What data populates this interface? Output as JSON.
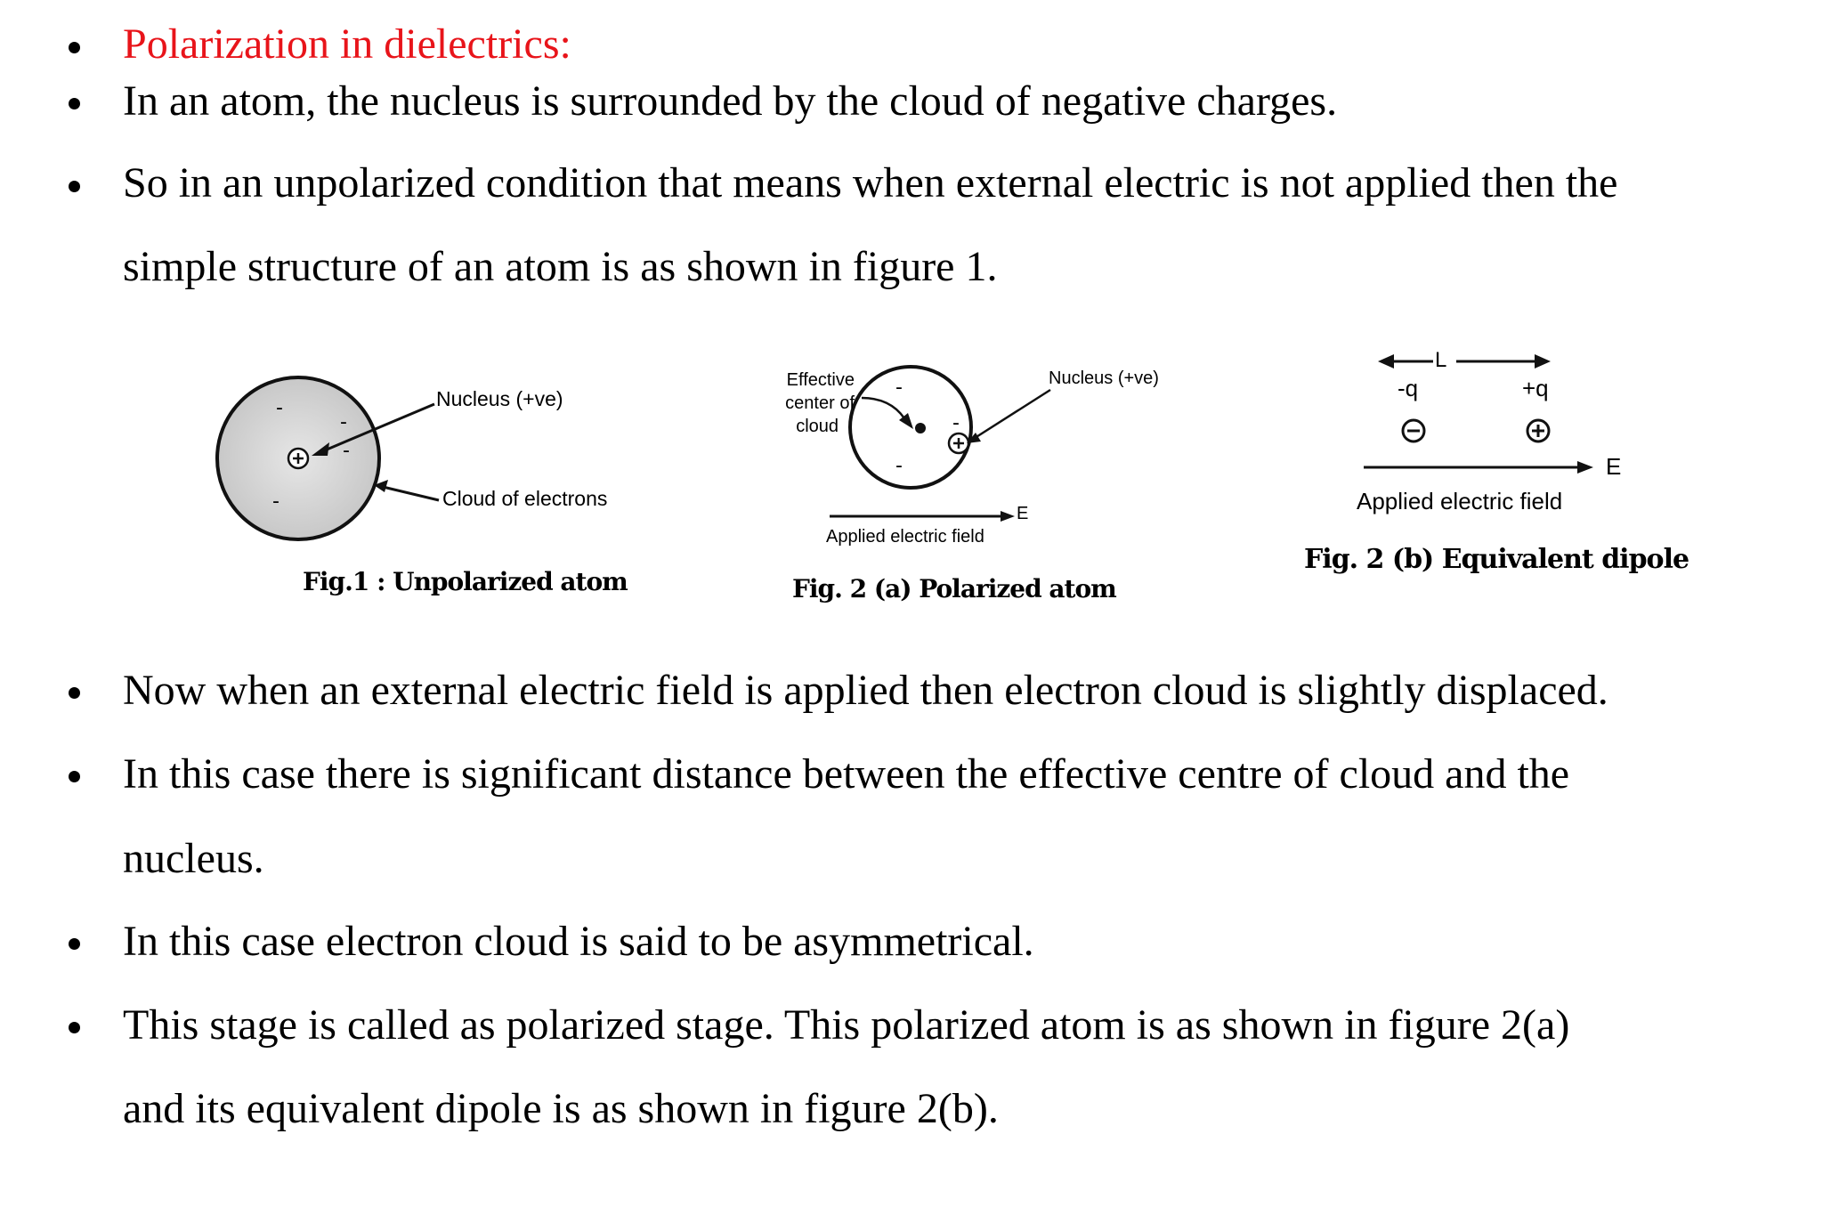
{
  "heading": "Polarization in dielectrics:",
  "accent_color": "#e8141a",
  "bullets_top": [
    [
      "In an atom, the nucleus is surrounded by the cloud of negative charges."
    ],
    [
      "So in an unpolarized condition that means when external electric is not applied then the",
      "simple structure of an atom is as shown in figure 1."
    ]
  ],
  "figures": {
    "fig1": {
      "nucleus_label": "Nucleus (+ve)",
      "cloud_label": "Cloud of electrons",
      "caption": "Fig.1 : Unpolarized atom"
    },
    "fig2a": {
      "center_label_1": "Effective",
      "center_label_2": "center of",
      "center_label_3": "cloud",
      "nucleus_label": "Nucleus (+ve)",
      "field_symbol": "E",
      "field_label": "Applied electric field",
      "caption": "Fig. 2  (a) Polarized atom"
    },
    "fig2b": {
      "length_label": "L",
      "neg_charge": "-q",
      "pos_charge": "+q",
      "field_symbol": "E",
      "field_label": "Applied electric field",
      "caption": "Fig. 2  (b) Equivalent dipole"
    }
  },
  "bullets_bottom": [
    [
      "Now when an external electric field is applied then electron cloud is slightly displaced."
    ],
    [
      "In this case there is significant distance between the effective centre of cloud and the",
      "nucleus."
    ],
    [
      "In this case electron cloud is said to be asymmetrical."
    ],
    [
      "This stage is called as polarized stage. This polarized atom is as shown in figure 2(a)",
      "and its equivalent dipole is as shown in figure 2(b)."
    ]
  ]
}
